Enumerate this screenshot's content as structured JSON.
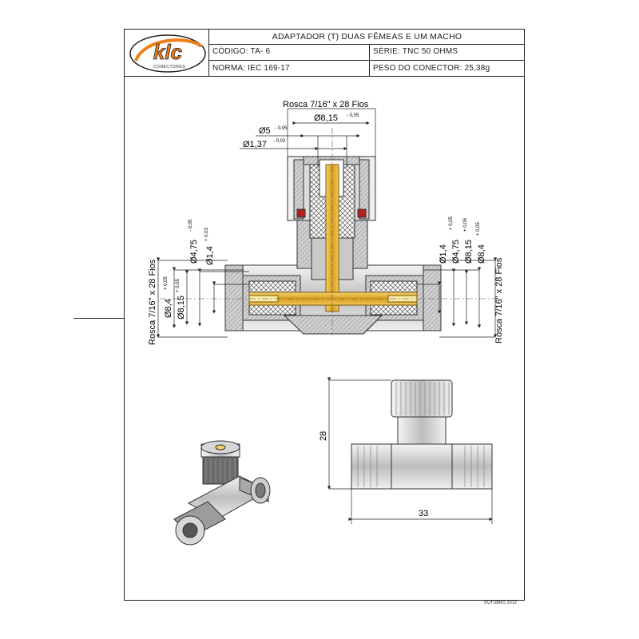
{
  "title": "ADAPTADOR (T) DUAS FÊMEAS E UM MACHO",
  "codigo": "CÓDIGO: TA- 6",
  "serie": "SÉRIE: TNC 50 OHMS",
  "norma": "NORMA: IEC 169-17",
  "peso": "PESO DO CONECTOR:  25,38g",
  "logo": {
    "brand": "klc",
    "sub": "CONECTORES"
  },
  "footer": "OUTUBRO 2012",
  "dims": {
    "top_thread": "Rosca 7/16\" x 28 Fios",
    "d815": "Ø8,15",
    "d815_tol": "- 0,05",
    "d5": "Ø5",
    "d5_tol": "- 0,05",
    "d137": "Ø1,37",
    "d137_tol": "- 0,02",
    "left_d475": "Ø4,75",
    "left_d475_tol": "- 0,05",
    "left_d14": "Ø1,4",
    "left_d14_tol": "+ 0,03",
    "left_thread": "Rosca 7/16\" x 28 Fios",
    "left_d84": "Ø8,4",
    "left_d84_tol": "+ 0,05",
    "left_d815": "Ø8,15",
    "left_d815_tol": "+ 0,05",
    "right_d14": "Ø1,4",
    "right_d475": "Ø4,75",
    "right_d475_tol": "+ 0,05",
    "right_d815": "Ø8,15",
    "right_d815_tol": "+ 0,05",
    "right_d84": "Ø8,4",
    "right_d84_tol": "+ 0,05",
    "right_thread": "Rosca 7/16\" x 28 Fios",
    "height": "28",
    "width": "33"
  }
}
